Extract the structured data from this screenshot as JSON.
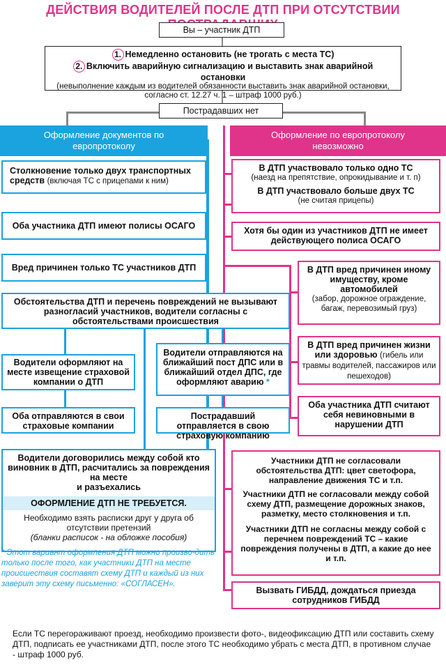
{
  "title": "ДЕЙСТВИЯ ВОДИТЕЛЕЙ ПОСЛЕ ДТП ПРИ ОТСУТСТВИИ ПОСТРАДАВШИХ",
  "top_box": "Вы – участник ДТП",
  "step1_num": "1.",
  "step1_text": "Немедленно остановить (не трогать с места ТС)",
  "step2_num": "2.",
  "step2_text": "Включить аварийную сигнализацию и выставить знак аварийной остановки",
  "step_note": "(невыполнение каждым из водителей обязанности выставить знак аварийной остановки, согласно ст. 12.27 ч. 1 – штраф 1000 руб.)",
  "no_victims": "Пострадавших нет",
  "left_header": "Оформление документов по европротоколу",
  "right_header": "Оформление по европротоколу невозможно",
  "left": {
    "c1_bold": "Столкновение только двух транспортных средств",
    "c1_plain": "(включая ТС с прицепами к ним)",
    "c2": "Оба участника ДТП имеют полисы ОСАГО",
    "c3": "Вред причинен только ТС участников ДТП",
    "c4": "Обстоятельства ДТП и перечень повреждений не вызывают разногласий участников, водители согласны с обстоятельствами происшествия",
    "c5": "Водители оформляют на месте извещение страховой компании о ДТП",
    "c6": "Оба отправляются в свои страховые компании",
    "c7": "Водители отправляются на ближайший пост ДПС или в ближайший отдел ДПС, где оформляют аварию",
    "c7_star": "*",
    "c8": "Пострадавший отправляется в свою страховую компанию",
    "c9_bold": "Водители договорились между собой кто виновник в ДТП, расчитались за повреждения на месте",
    "c9_tail": "и разъехались",
    "c10": "ОФОРМЛЕНИЕ ДТП НЕ ТРЕБУЕТСЯ.",
    "c11": "Необходимо взять расписки друг у друга об отсутствии претензий",
    "c11_italic": "(бланки расписок -  на обложке пособия)"
  },
  "right": {
    "r1_bold": "В ДТП участвовало только одно ТС",
    "r1_plain": "(наезд на препятствие, опрокидывание и т. п)",
    "r2_bold": "В ДТП участвовало больше двух ТС",
    "r2_plain": "(не считая прицепы)",
    "r3": "Хотя бы один из участников ДТП не имеет действующего полиса ОСАГО",
    "r4_bold": "В ДТП вред причинен иному имуществу, кроме автомобилей",
    "r4_plain": "(забор, дорожное ограждение, багаж, перевозимый груз)",
    "r5_bold": "В ДТП вред причинен жизни или здоровью",
    "r5_plain": "(гибель или травмы водителей, пассажиров или пешеходов)",
    "r6": "Оба участника ДТП считают себя невиновными в нарушении ДТП",
    "r7a": "Участники ДТП не согласовали обстоятельства ДТП: цвет светофора, направление движения ТС и т.п.",
    "r7b": "Участники ДТП не согласовали между собой схему ДТП, размещение дорожных знаков, разметку, место столкновения и т.п.",
    "r7c": "Участники ДТП не согласны между собой с перечнем повреждений ТС – какие повреждения получены в ДТП, а какие до нее и т.п.",
    "r8": "Вызвать ГИБДД, дождаться приезда сотрудников ГИБДД"
  },
  "footnote": "* Этот вариант оформления ДТП  можно произво-дить только после того, как участники ДТП на месте происшествия составят схему ДТП и каждый из них заверит эту схему письменно: «СОГЛАСЕН».",
  "footer": "Если ТС перегораживают проезд, необходимо произвести фото-, видеофиксацию ДТП или составить схему ДТП, подписать ее участниками ДТП,  после этого ТС необходимо убрать с места ДТП, в противном случае - штраф 1000 руб.",
  "colors": {
    "blue": "#1aa3df",
    "pink": "#e0338a",
    "gray": "#888888"
  }
}
